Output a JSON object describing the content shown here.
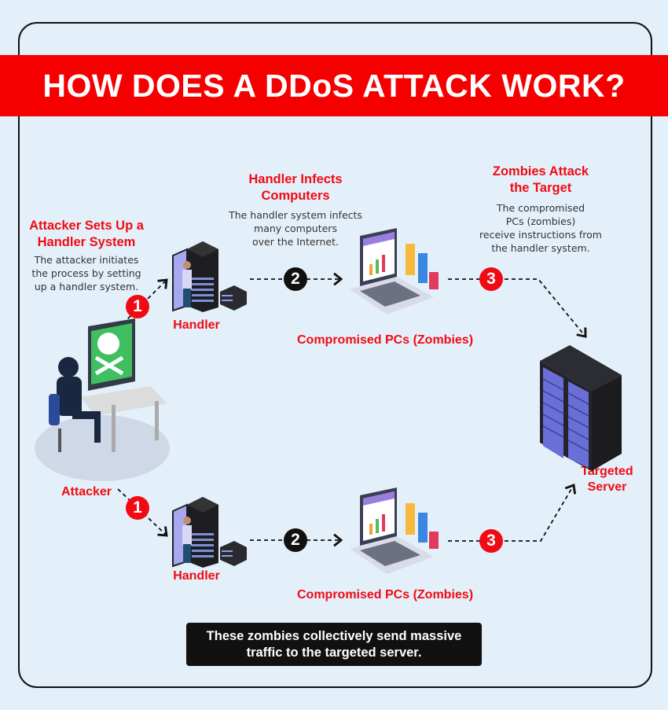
{
  "title": "HOW DOES A DDoS ATTACK WORK?",
  "steps": {
    "attacker": {
      "heading": "Attacker Sets Up a\nHandler System",
      "description": "The attacker initiates\nthe process by setting\nup a handler system."
    },
    "handler": {
      "heading": "Handler Infects\nComputers",
      "description": "The handler system infects\nmany computers\nover the Internet."
    },
    "zombies": {
      "heading": "Zombies Attack\nthe Target",
      "description": "The compromised\nPCs (zombies)\nreceive instructions from\nthe handler system."
    }
  },
  "nodes": {
    "attacker": "Attacker",
    "handler": "Handler",
    "zombies": "Compromised PCs (Zombies)",
    "target": "Targeted\nServer"
  },
  "badges": {
    "one": "1",
    "two": "2",
    "three": "3"
  },
  "footer_note": "These zombies collectively send massive\ntraffic to the targeted server.",
  "colors": {
    "accent": "#f10a14",
    "background": "#e4f0f9",
    "banner": "#f40000",
    "note": "#111111"
  }
}
